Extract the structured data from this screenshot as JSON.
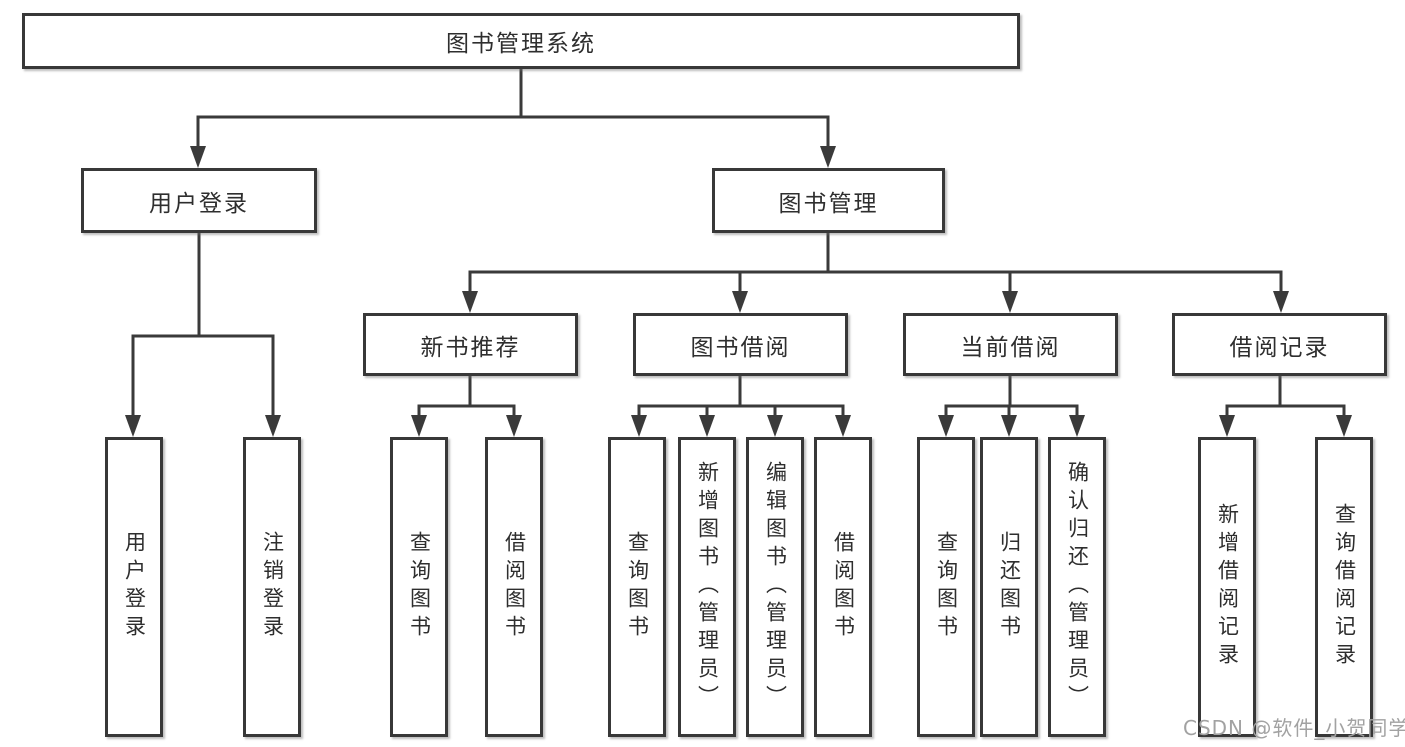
{
  "colors": {
    "line": "#3a3a3a",
    "box_border": "#383838",
    "box_fill": "#ffffff",
    "text": "#2e2e2e",
    "watermark": "#a2a2a2"
  },
  "tree": {
    "root": {
      "label": "图书管理系统"
    },
    "branches": [
      {
        "label": "用户登录",
        "children": [
          {
            "label": "用户登录"
          },
          {
            "label": "注销登录"
          }
        ]
      },
      {
        "label": "图书管理",
        "children": [
          {
            "label": "新书推荐",
            "children": [
              {
                "label": "查询图书"
              },
              {
                "label": "借阅图书"
              }
            ]
          },
          {
            "label": "图书借阅",
            "children": [
              {
                "label": "查询图书"
              },
              {
                "label": "新增图书（管理员）"
              },
              {
                "label": "编辑图书（管理员）"
              },
              {
                "label": "借阅图书"
              }
            ]
          },
          {
            "label": "当前借阅",
            "children": [
              {
                "label": "查询图书"
              },
              {
                "label": "归还图书"
              },
              {
                "label": "确认归还（管理员）"
              }
            ]
          },
          {
            "label": "借阅记录",
            "children": [
              {
                "label": "新增借阅记录"
              },
              {
                "label": "查询借阅记录"
              }
            ]
          }
        ]
      }
    ]
  },
  "watermark": {
    "text": "CSDN @软件_小贺同学"
  }
}
